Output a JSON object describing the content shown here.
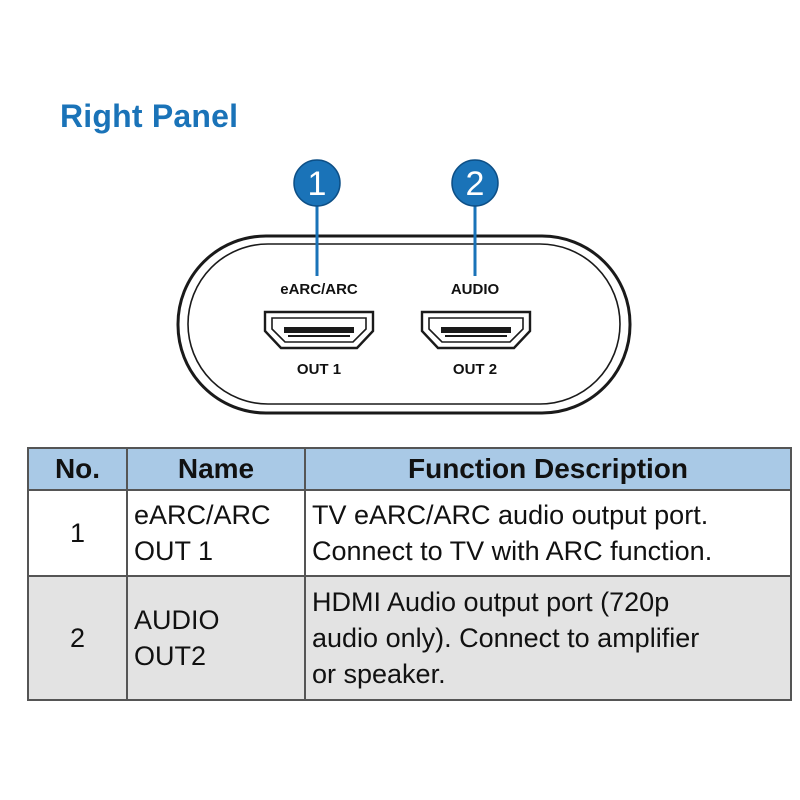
{
  "title": "Right Panel",
  "device": {
    "ports": [
      {
        "callout": "1",
        "top_label": "eARC/ARC",
        "bottom_label": "OUT 1"
      },
      {
        "callout": "2",
        "top_label": "AUDIO",
        "bottom_label": "OUT 2"
      }
    ],
    "colors": {
      "callout": "#1a73b8",
      "leader": "#1a73b8",
      "body_outline": "#1a1a1a"
    }
  },
  "table": {
    "headers": {
      "no": "No.",
      "name": "Name",
      "description": "Function Description"
    },
    "rows": [
      {
        "no": "1",
        "name_lines": [
          "eARC/ARC",
          "OUT 1"
        ],
        "description_lines": [
          "TV eARC/ARC audio output port.",
          "Connect to TV with ARC function."
        ]
      },
      {
        "no": "2",
        "name_lines": [
          "AUDIO",
          "OUT2"
        ],
        "description_lines": [
          "HDMI Audio output port (720p",
          "audio only). Connect to amplifier",
          "or speaker."
        ]
      }
    ],
    "colors": {
      "header_bg": "#a9c9e6",
      "row2_bg": "#e3e3e3",
      "border": "#555555"
    }
  }
}
